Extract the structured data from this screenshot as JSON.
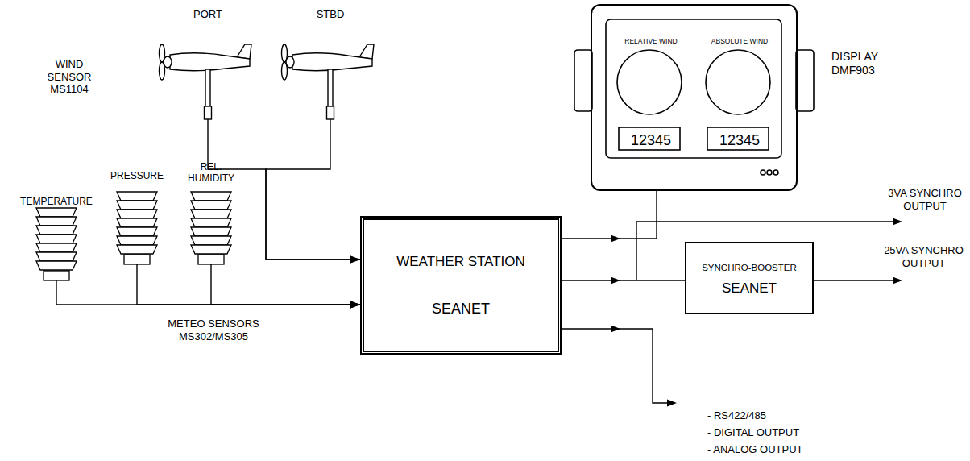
{
  "diagram": {
    "nodes": [
      {
        "text": [
          "PORT"
        ]
      },
      {
        "text": [
          "STBD"
        ]
      },
      {
        "text": [
          "TEMPERATURE"
        ]
      },
      {
        "text": [
          "PRESSURE"
        ]
      },
      {
        "text": [
          "REL. HUMIDITY"
        ]
      },
      {
        "text": [
          "WEATHER STATION",
          "SEANET"
        ]
      },
      {
        "text": [
          "RELATIVE WIND",
          "ABSOLUTE WIND",
          "12345",
          "12345",
          "DISPLAY DMF903"
        ]
      },
      {
        "text": [
          "SYNCHRO-BOOSTER",
          "SEANET"
        ]
      }
    ],
    "edges": [
      {
        "from": 0,
        "to": 5,
        "arrow": "to"
      },
      {
        "from": 1,
        "to": 5,
        "arrow": "to"
      },
      {
        "from": 2,
        "to": 5,
        "arrow": "to"
      },
      {
        "from": 3,
        "to": 5,
        "arrow": "to"
      },
      {
        "from": 4,
        "to": 5,
        "arrow": "to"
      },
      {
        "from": 5,
        "to": 6,
        "arrow": "to"
      },
      {
        "from": 5,
        "to": 7,
        "arrow": "to"
      }
    ],
    "labels": [
      "WIND SENSOR MS1104",
      "METEO SENSORS MS302/MS305",
      "3VA SYNCHRO OUTPUT",
      "25VA SYNCHRO OUTPUT",
      "- RS422/485",
      "- DIGITAL OUTPUT",
      "- ANALOG OUTPUT"
    ]
  }
}
